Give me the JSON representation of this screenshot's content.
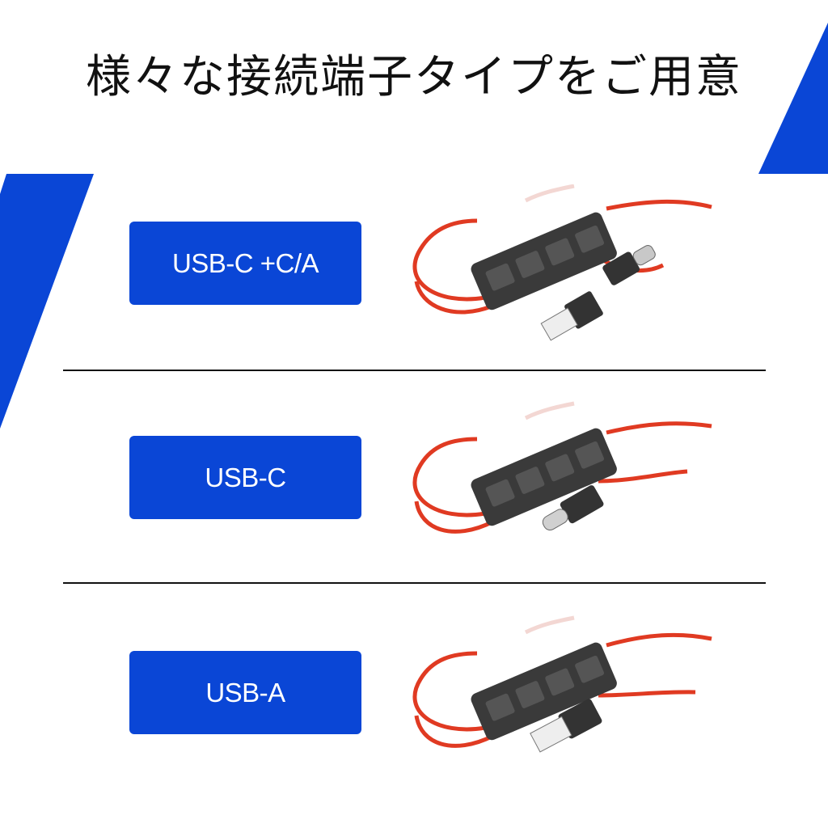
{
  "page": {
    "title": "様々な接続端子タイプをご用意",
    "accent_color": "#0a46d6",
    "cable_color": "#e03a22",
    "controller_color": "#3a3a3a"
  },
  "options": [
    {
      "label": "USB-C +C/A",
      "connector": "usb-c-with-a-adapter"
    },
    {
      "label": "USB-C",
      "connector": "usb-c"
    },
    {
      "label": "USB-A",
      "connector": "usb-a"
    }
  ],
  "controller": {
    "buttons": [
      "-",
      "+"
    ]
  }
}
